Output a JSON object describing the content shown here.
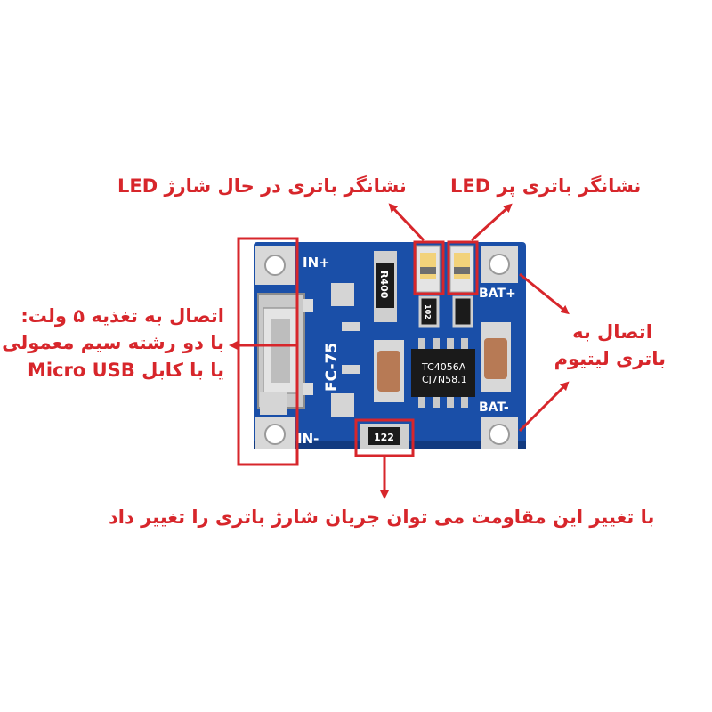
{
  "labels": {
    "led_charging": "LED نشانگر باتری در حال شارژ",
    "led_full": "LED نشانگر باتری پر",
    "usb_line1": "اتصال به تغذیه ۵ ولت:",
    "usb_line2": "با دو رشته سیم معمولی",
    "usb_line3": "یا با کابل Micro USB",
    "battery_line1": "اتصال به",
    "battery_line2": "باتری لیتیوم",
    "resistor_note": "با تغییر این مقاومت می توان جریان شارژ باتری را تغییر داد"
  },
  "board": {
    "pad_in_plus": "IN+",
    "pad_in_minus": "IN-",
    "pad_bat_plus": "BAT+",
    "pad_bat_minus": "BAT-",
    "silkscreen": "FC-75",
    "resistor_r400": "R400",
    "resistor_122": "122",
    "resistor_102": "102",
    "ic_line1": "TC4056A",
    "ic_line2": "CJ7N58.1"
  },
  "colors": {
    "annotation": "#d7262b",
    "pcb": "#1a4fa8",
    "pad": "#d8d8d8",
    "ic": "#1a1a1a",
    "capacitor": "#b77a55"
  }
}
